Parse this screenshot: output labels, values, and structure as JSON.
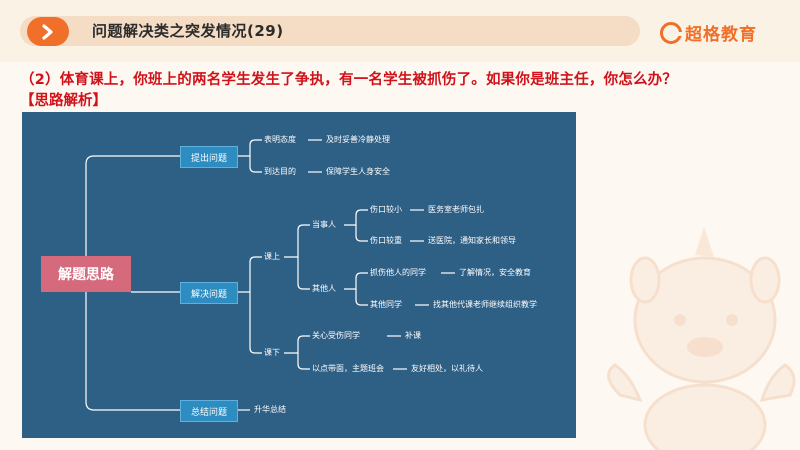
{
  "header": {
    "title": "问题解决类之突发情况(29)",
    "brand": "超格教育",
    "arrow_icon": "chevron-right-icon"
  },
  "question": {
    "text": "（2）体育课上，你班上的两名学生发生了争执，有一名学生被抓伤了。如果你是班主任，你怎么办？",
    "section": "【思路解析】"
  },
  "colors": {
    "accent": "#f07029",
    "question_red": "#d0121b",
    "diagram_bg": "#2e5f85",
    "root_box": "#d56a7d",
    "branch_box": "#2d8cc0"
  },
  "mindmap": {
    "root": "解题思路",
    "branch1": {
      "label": "提出问题",
      "items": [
        {
          "label": "表明态度",
          "detail": "及时妥善冷静处理"
        },
        {
          "label": "到达目的",
          "detail": "保障学生人身安全"
        }
      ]
    },
    "branch2": {
      "label": "解决问题",
      "in_class": {
        "label": "课上",
        "parties": {
          "label": "当事人",
          "items": [
            {
              "label": "伤口较小",
              "detail": "医务室老师包扎"
            },
            {
              "label": "伤口较重",
              "detail": "送医院，通知家长和领导"
            }
          ]
        },
        "others": {
          "label": "其他人",
          "items": [
            {
              "label": "抓伤他人的同学",
              "detail": "了解情况，安全教育"
            },
            {
              "label": "其他同学",
              "detail": "找其他代课老师继续组织教学"
            }
          ]
        }
      },
      "after_class": {
        "label": "课下",
        "items": [
          {
            "label": "关心受伤同学",
            "detail": "补课"
          },
          {
            "label": "以点带面，主题班会",
            "detail": "友好相处，以礼待人"
          }
        ]
      }
    },
    "branch3": {
      "label": "总结问题",
      "detail": "升华总结"
    }
  }
}
